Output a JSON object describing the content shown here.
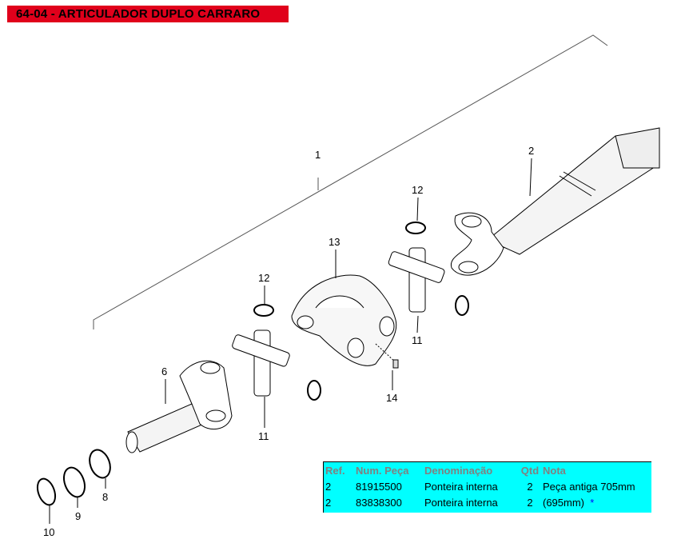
{
  "title": "64-04 - ARTICULADOR DUPLO CARRARO",
  "callouts": {
    "c1": "1",
    "c2": "2",
    "c12a": "12",
    "c13": "13",
    "c12b": "12",
    "c11a": "11",
    "c6": "6",
    "c14": "14",
    "c11b": "11",
    "c8": "8",
    "c9": "9",
    "c10": "10"
  },
  "table": {
    "headers": [
      "Ref.",
      "Num. Peça",
      "Denominação",
      "Qtd",
      "Nota"
    ],
    "rows": [
      {
        "ref": "2",
        "num": "81915500",
        "name": "Ponteira interna",
        "qtd": "2",
        "nota": "Peça antiga 705mm",
        "mark": ""
      },
      {
        "ref": "2",
        "num": "83838300",
        "name": "Ponteira interna",
        "qtd": "2",
        "nota": "(695mm)",
        "mark": "*"
      }
    ]
  },
  "colors": {
    "title_bg": "#e0001b",
    "table_bg": "#00ffff",
    "header_text": "#808080"
  }
}
